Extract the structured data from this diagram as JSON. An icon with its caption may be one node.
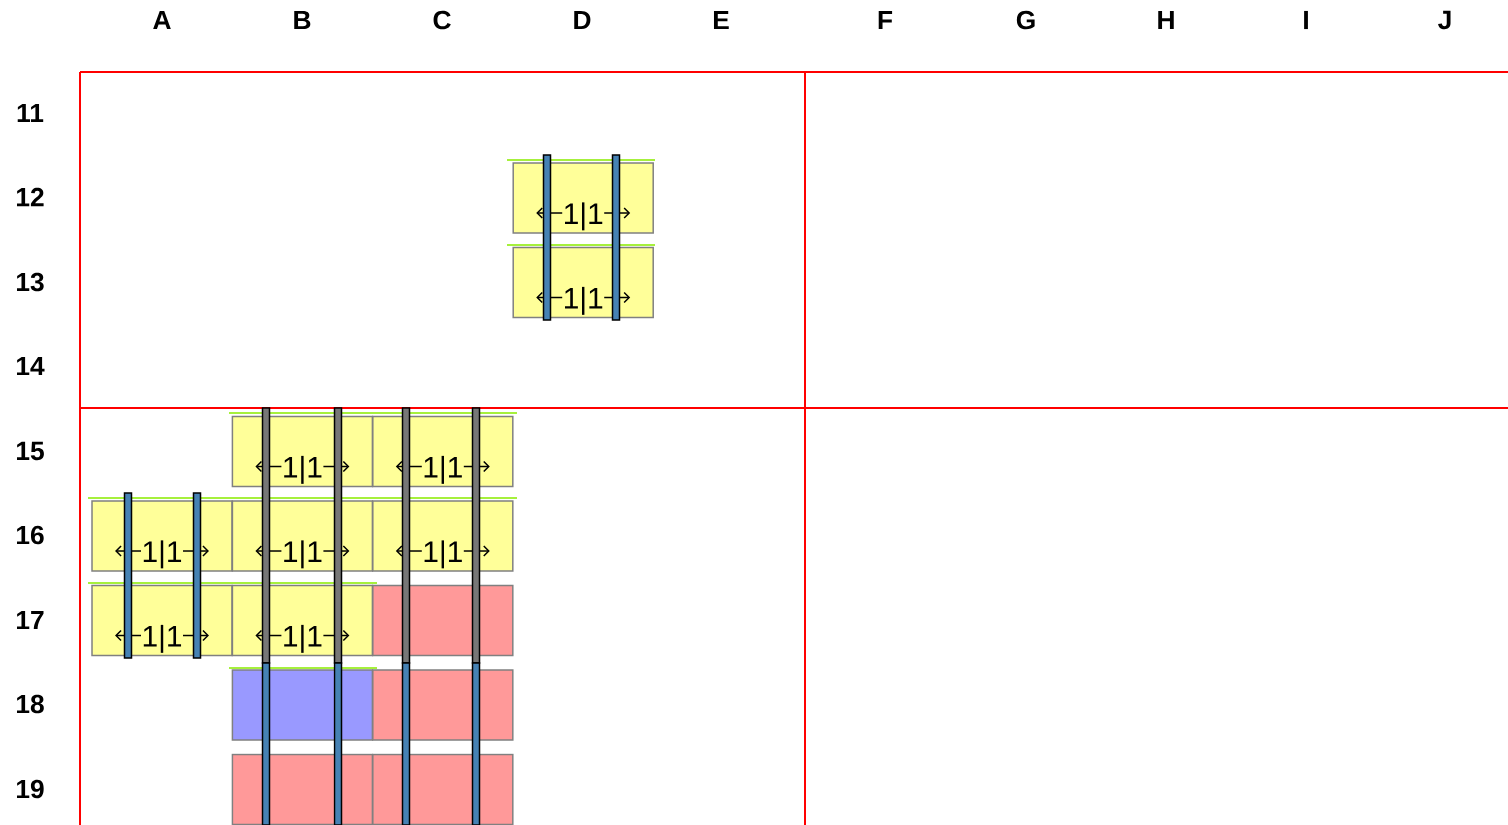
{
  "diagram": {
    "nodes": [
      {
        "text": [
          "1|1"
        ]
      },
      {
        "text": [
          "1|1"
        ]
      },
      {
        "text": [
          "1|1"
        ]
      },
      {
        "text": [
          "1|1"
        ]
      },
      {
        "text": [
          "1|1"
        ]
      },
      {
        "text": [
          "1|1"
        ]
      },
      {
        "text": [
          "1|1"
        ]
      },
      {
        "text": [
          "1|1"
        ]
      },
      {
        "text": [
          "1|1"
        ]
      },
      {
        "text": [],
        "shape": "box"
      },
      {
        "text": [],
        "shape": "box"
      },
      {
        "text": [],
        "shape": "box"
      },
      {
        "text": [],
        "shape": "box"
      },
      {
        "text": [],
        "shape": "box"
      }
    ],
    "edges": [],
    "labels": [
      "A",
      "B",
      "C",
      "D",
      "E",
      "F",
      "G",
      "H",
      "I",
      "J",
      "11",
      "12",
      "13",
      "14",
      "15",
      "16",
      "17",
      "18",
      "19"
    ]
  }
}
